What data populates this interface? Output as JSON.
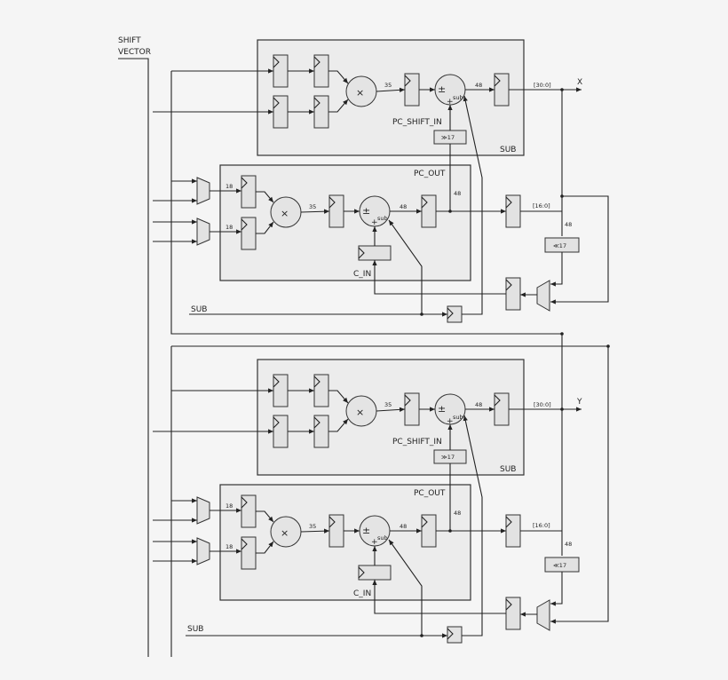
{
  "inputs": {
    "shift_vector_line1": "SHIFT",
    "shift_vector_line2": "VECTOR"
  },
  "outputs": {
    "x": "X",
    "y": "Y"
  },
  "upper": {
    "out_bus": "[30:0]",
    "mid_bus": "[16:0]"
  },
  "lower": {
    "out_bus": "[30:0]",
    "mid_bus": "[16:0]"
  },
  "labels": {
    "sub": "SUB",
    "pc_shift_in": "PC_SHIFT_IN",
    "pc_out": "PC_OUT",
    "c_in": "C_IN",
    "shift_right": "≫17",
    "shift_left": "≪17",
    "w18": "18",
    "w35": "35",
    "w48": "48",
    "pm": "±",
    "sub_small": "sub",
    "plus": "+",
    "mult": "×"
  }
}
